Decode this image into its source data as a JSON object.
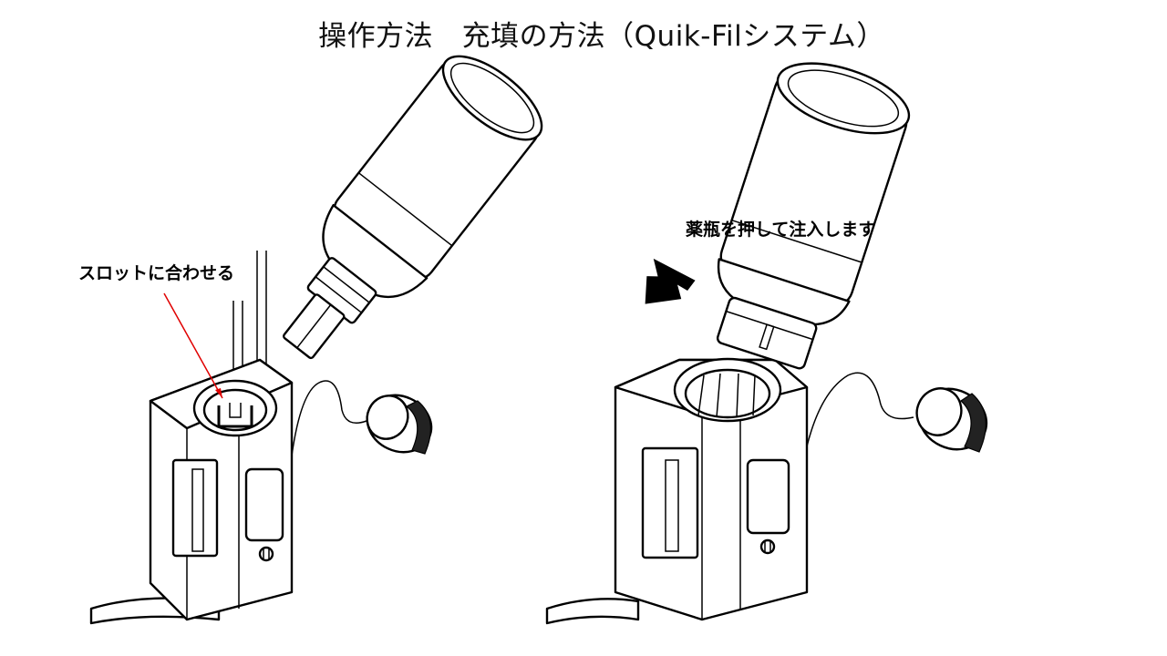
{
  "title": "操作方法　充填の方法（Quik-Filシステム）",
  "left_panel": {
    "label": "スロットに合わせる"
  },
  "right_panel": {
    "label": "薬瓶を押して注入します"
  },
  "colors": {
    "pointer_line": "#e00000",
    "line_art": "#000000",
    "background": "#ffffff"
  }
}
